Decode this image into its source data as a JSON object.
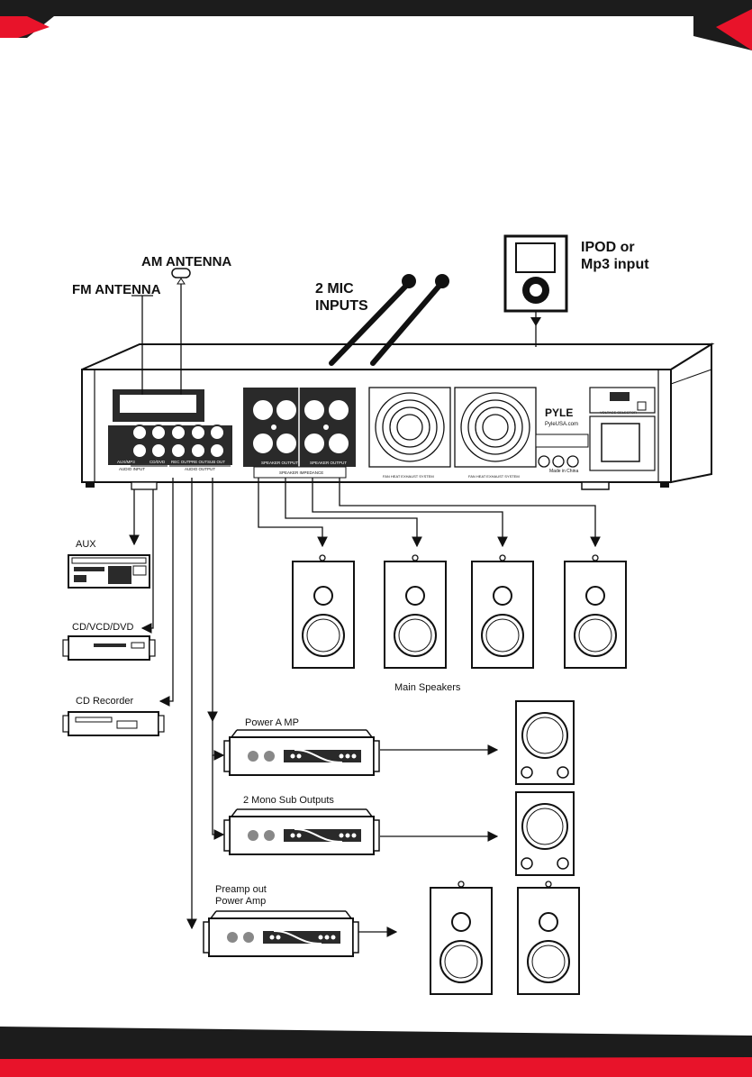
{
  "colors": {
    "accent": "#e8132a",
    "dark": "#1c1c1c",
    "line": "#111111"
  },
  "labels": {
    "am_antenna": "AM ANTENNA",
    "fm_antenna": "FM ANTENNA",
    "mic_inputs_line1": "2 MIC",
    "mic_inputs_line2": "INPUTS",
    "ipod_line1": "IPOD or",
    "ipod_line2": "Mp3 input",
    "aux": "AUX",
    "cd_vcd_dvd": "CD/VCD/DVD",
    "cd_recorder": "CD Recorder",
    "main_speakers": "Main Speakers",
    "power_amp": "Power A MP",
    "mono_sub_outputs": "2 Mono Sub Outputs",
    "preamp_line1": "Preamp out",
    "preamp_line2": "Power Amp"
  },
  "panel": {
    "brand": "PYLE",
    "website": "PyleUSA.com",
    "made_in": "Made in China",
    "audio_input": "AUDIO INPUT",
    "audio_output": "AUDIO OUTPUT",
    "speaker_output": "SPEAKER OUTPUT",
    "speaker_impedance": "SPEAKER IMPEDANCE",
    "fan_exhaust": "FAN HEAT EXHAUST SYSTEM",
    "voltage_selector": "VOLTAGE SELECTOR",
    "input_names": [
      "AUX/MP3",
      "CD/DVD"
    ],
    "output_names": [
      "REC OUT",
      "PRE OUT",
      "SUB OUT"
    ]
  }
}
